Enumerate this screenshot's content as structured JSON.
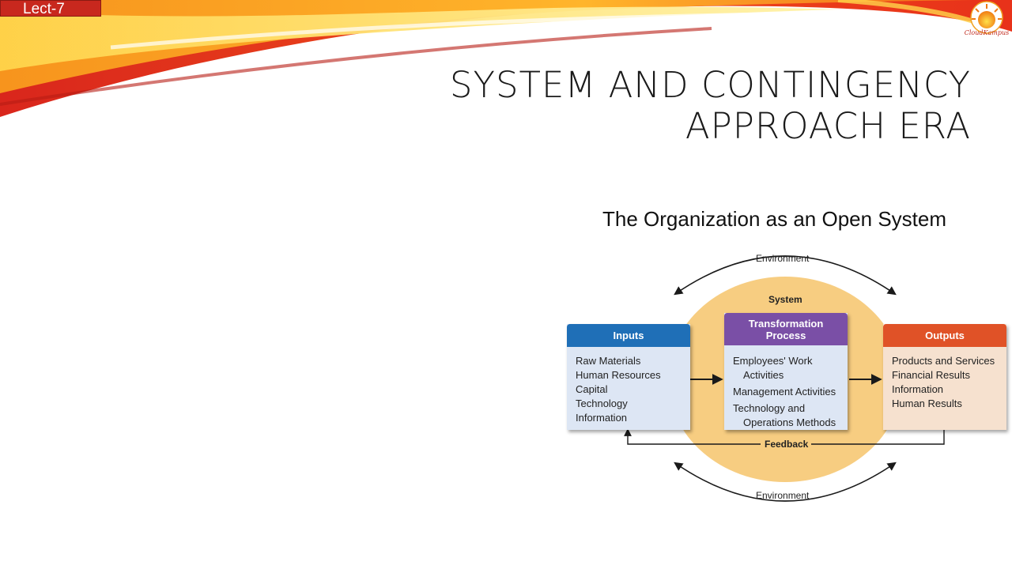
{
  "slide": {
    "lecture_tag": "Lect-7",
    "logo_text": "CloudKampus",
    "title_lines": [
      "SYSTEM AND CONTINGENCY",
      "APPROACH ERA"
    ]
  },
  "diagram": {
    "title": "The Organization as an Open System",
    "environment_top": "Environment",
    "environment_bottom": "Environment",
    "system_label": "System",
    "feedback_label": "Feedback",
    "inputs": {
      "header": "Inputs",
      "items": [
        "Raw Materials",
        "Human Resources",
        "Capital",
        "Technology",
        "Information"
      ]
    },
    "transformation": {
      "header_lines": [
        "Transformation",
        "Process"
      ],
      "items": [
        [
          "Employees' Work",
          "Activities"
        ],
        [
          "Management Activities"
        ],
        [
          "Technology and",
          "Operations Methods"
        ]
      ]
    },
    "outputs": {
      "header": "Outputs",
      "items": [
        "Products and Services",
        "Financial Results",
        "Information",
        "Human Results"
      ]
    },
    "colors": {
      "inputs_header": "#1f6fb7",
      "transformation_header": "#7a4fa6",
      "outputs_header": "#e05227",
      "box_fill": "#dde6f4",
      "outputs_fill": "#f6e1cf",
      "system_ellipse": "#f7cd81",
      "lecture_tag": "#c8281e"
    }
  }
}
